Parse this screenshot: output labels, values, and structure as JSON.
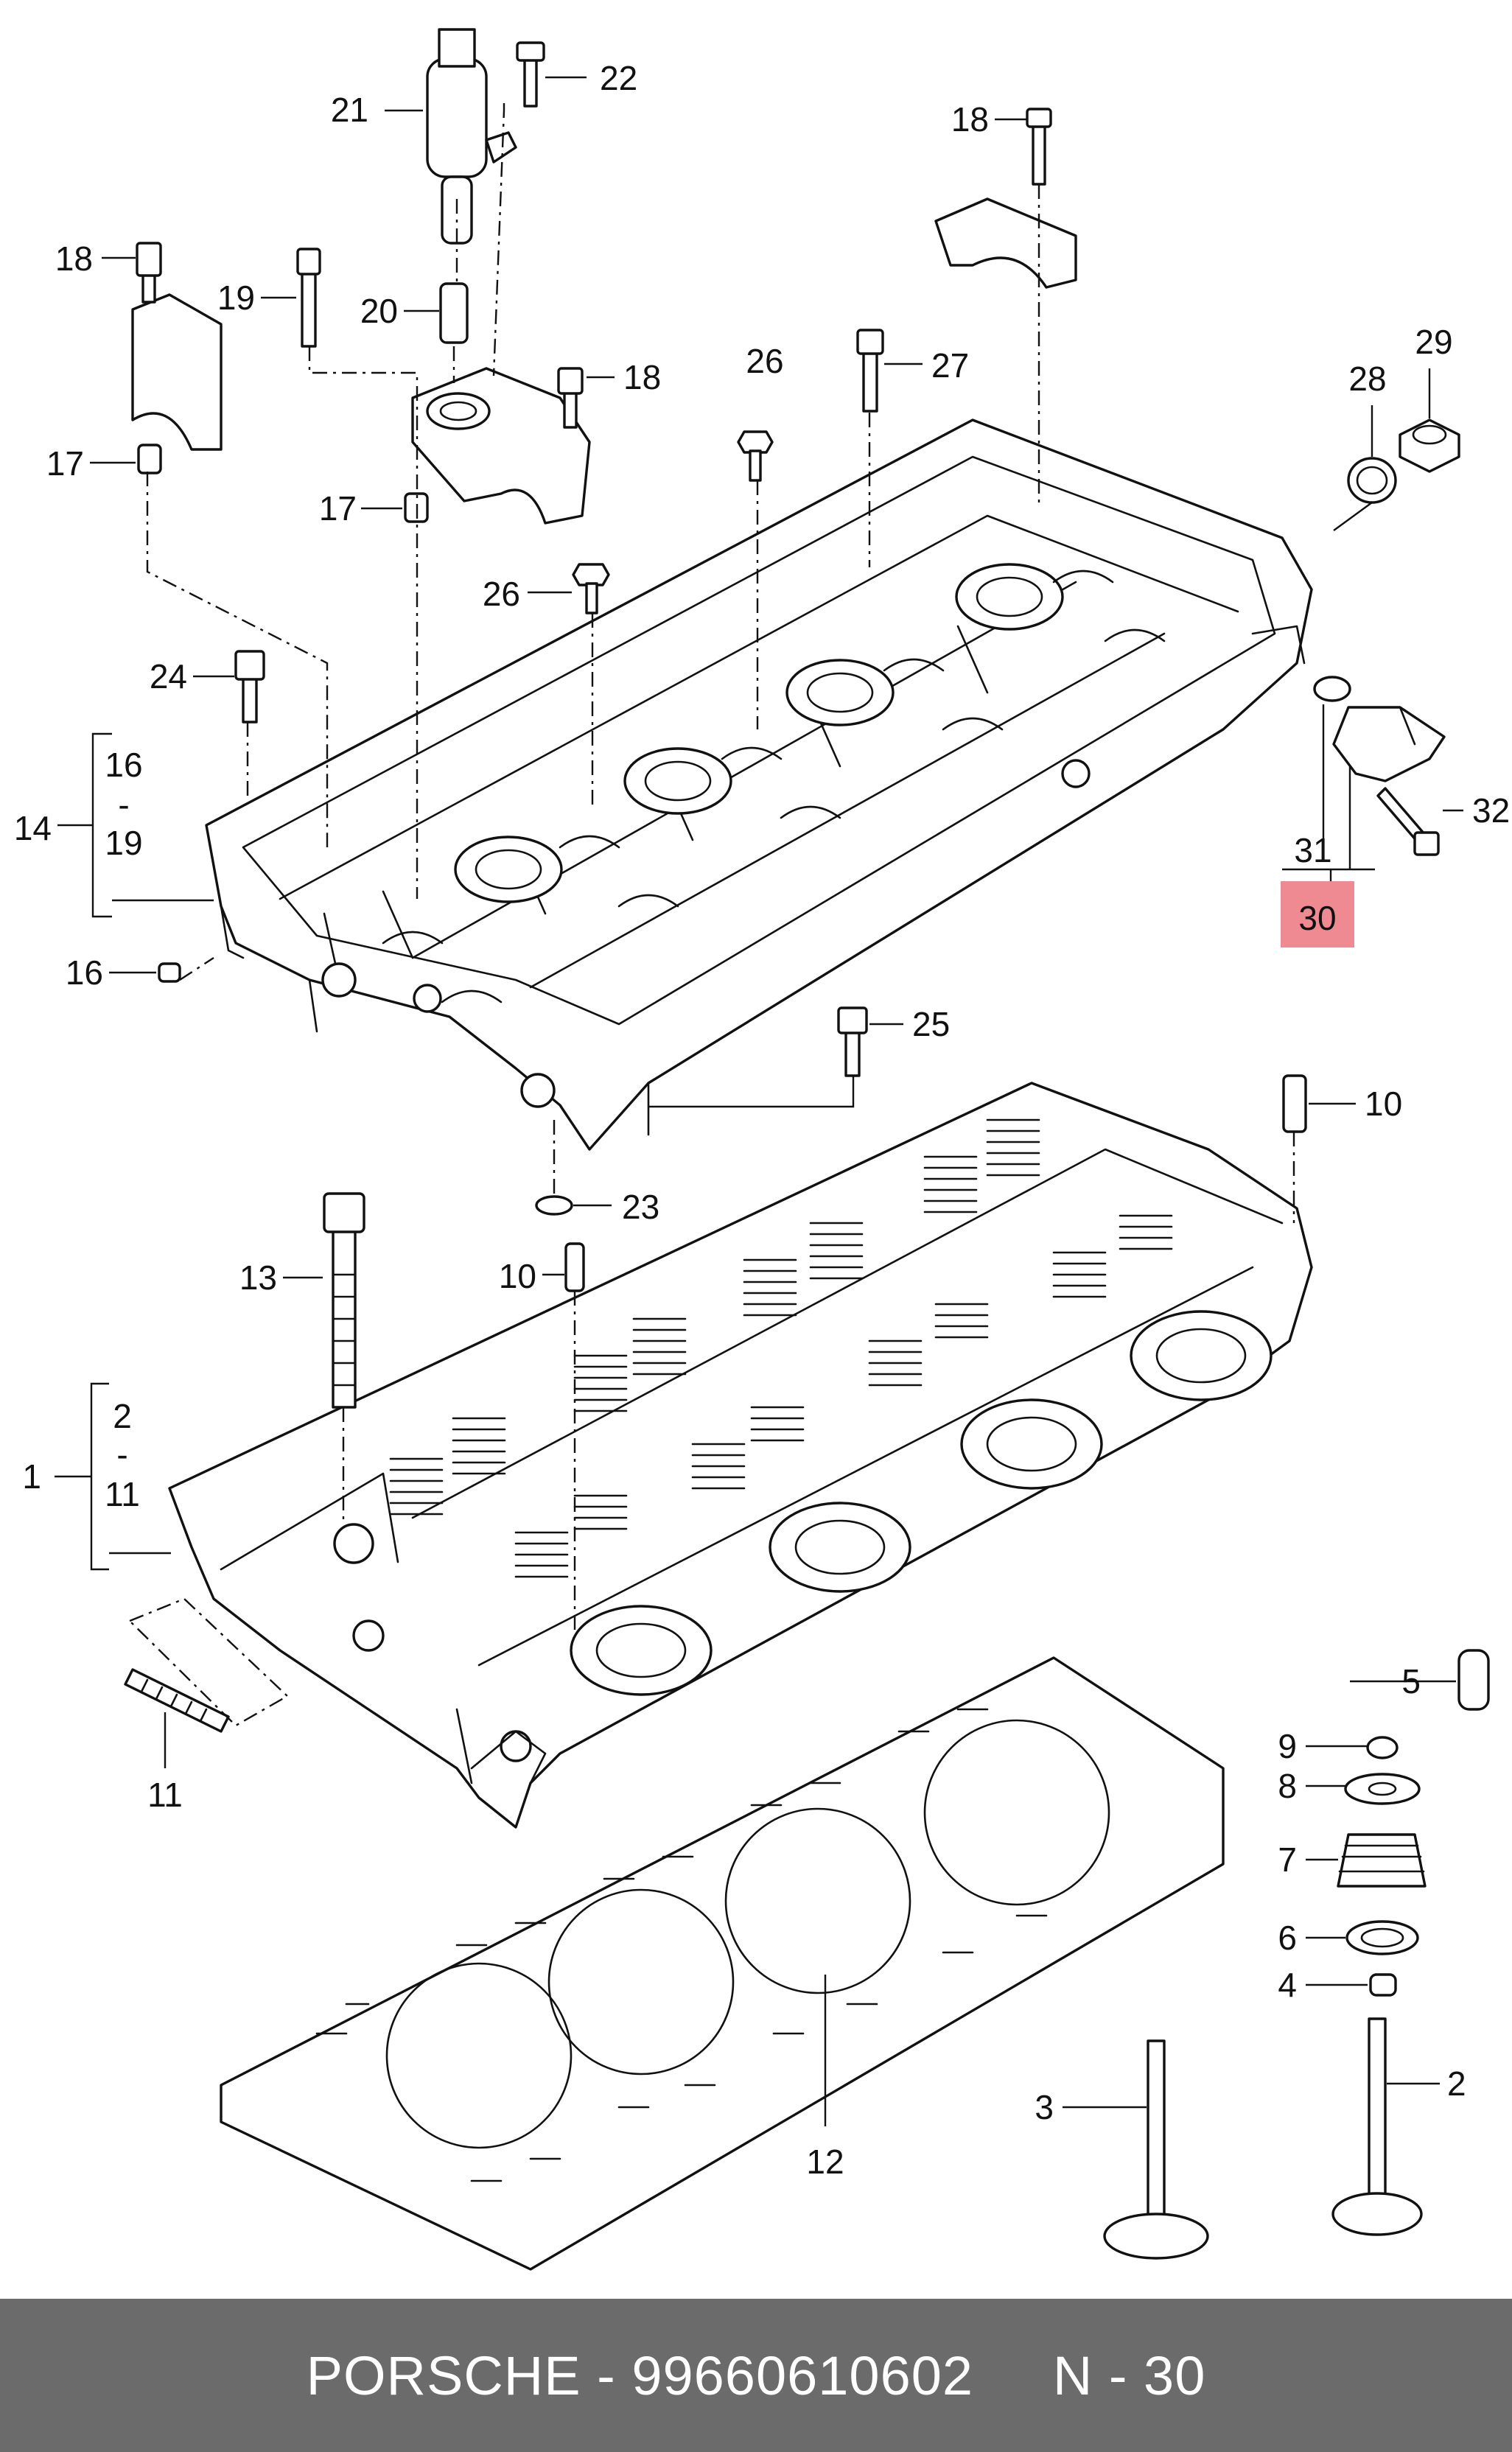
{
  "diagram": {
    "callouts": {
      "c1": "1",
      "c2": "2",
      "c3": "3",
      "c4": "4",
      "c5": "5",
      "c6": "6",
      "c7": "7",
      "c8": "8",
      "c9": "9",
      "c10a": "10",
      "c10b": "10",
      "c11": "11",
      "c12": "12",
      "c13": "13",
      "c14": "14",
      "c16": "16",
      "c17a": "17",
      "c17b": "17",
      "c18a": "18",
      "c18b": "18",
      "c18c": "18",
      "c19": "19",
      "c20": "20",
      "c21": "21",
      "c22": "22",
      "c23": "23",
      "c24": "24",
      "c25": "25",
      "c26a": "26",
      "c26b": "26",
      "c27": "27",
      "c28": "28",
      "c29": "29",
      "c31": "31",
      "c32": "32"
    },
    "ranges": {
      "r1_start": "2",
      "r1_sep": "-",
      "r1_end": "11",
      "r14_start": "16",
      "r14_sep": "-",
      "r14_end": "19"
    },
    "highlight": {
      "label": "30",
      "color": "#f08a92"
    }
  },
  "footer": {
    "text": "PORSCHE - 99660610602     N - 30",
    "background": "#6b6b6b",
    "text_color": "#ffffff"
  }
}
